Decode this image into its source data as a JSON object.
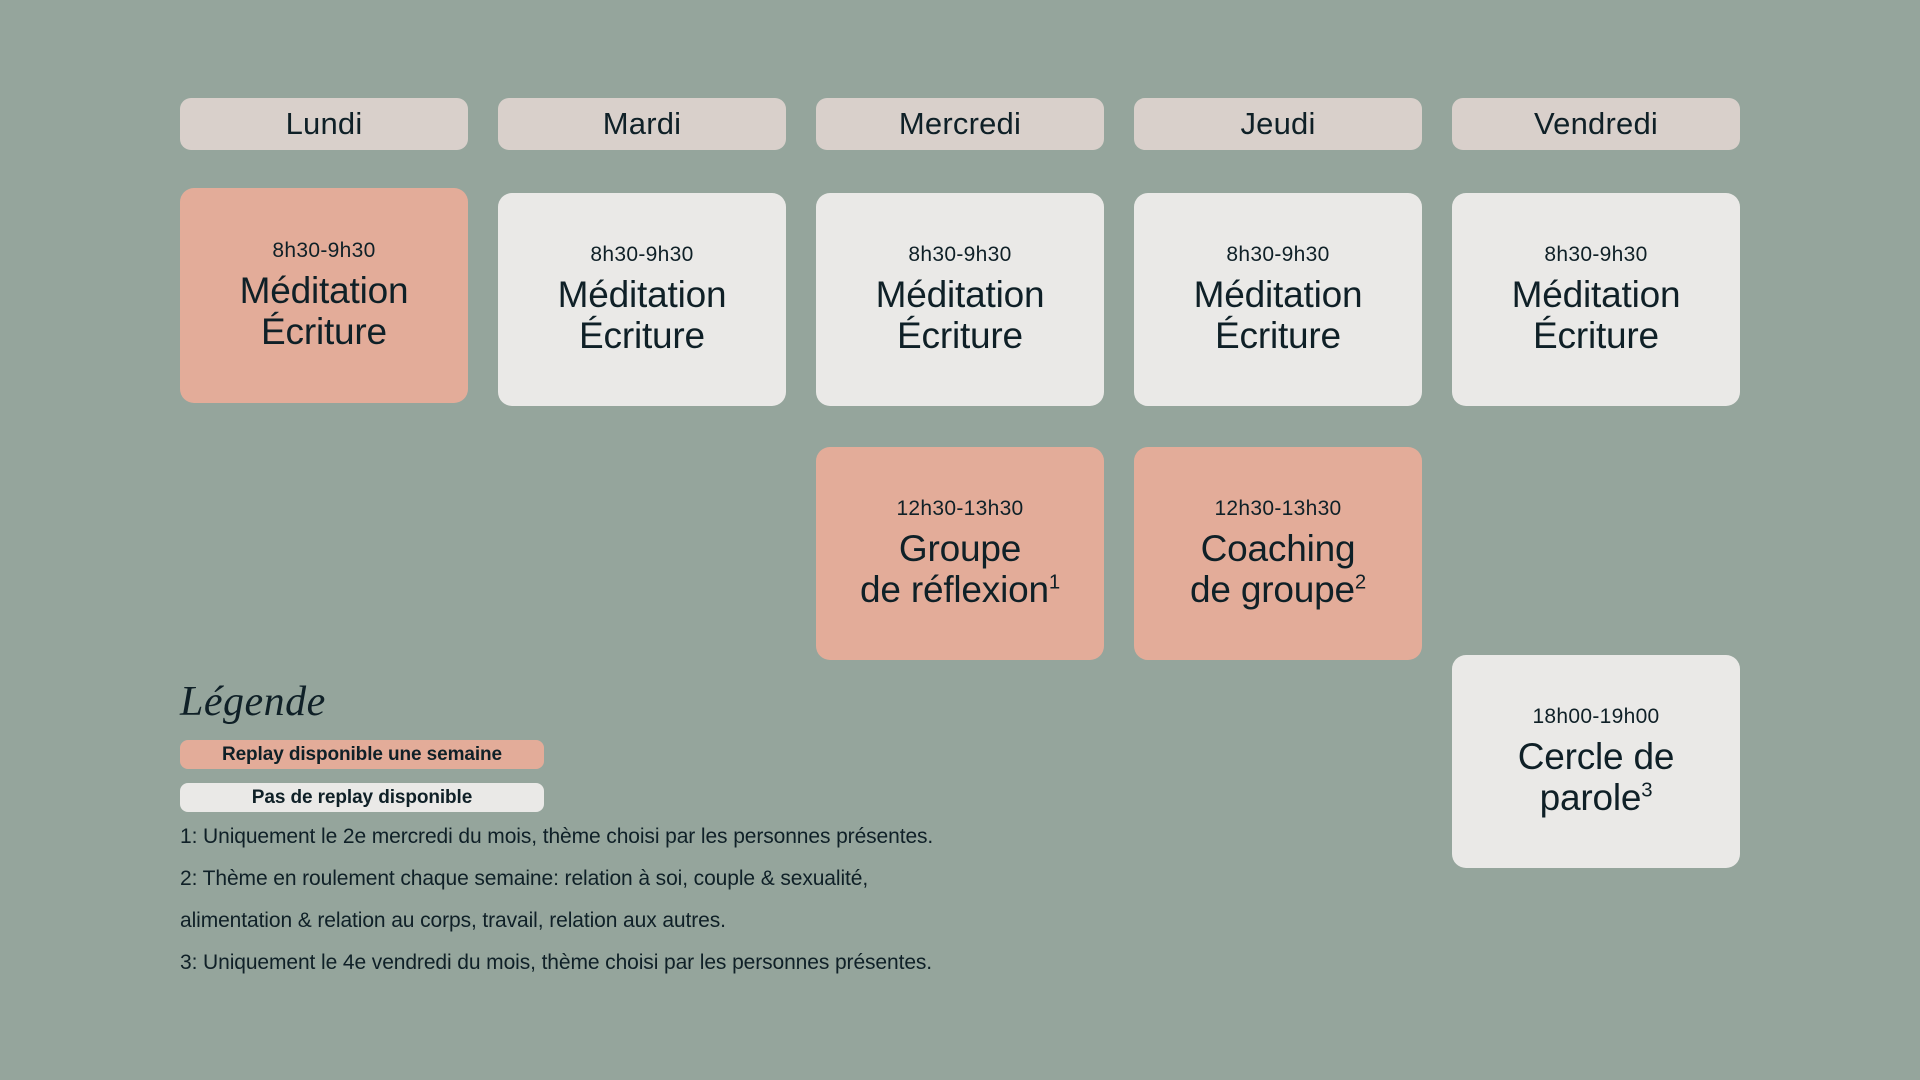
{
  "palette": {
    "background": "#95a59c",
    "day_header": "#d9d0cb",
    "replay_card": "#e3ac99",
    "no_replay_card": "#eae9e7",
    "text": "#0f2027"
  },
  "days": [
    {
      "label": "Lundi"
    },
    {
      "label": "Mardi"
    },
    {
      "label": "Mercredi"
    },
    {
      "label": "Jeudi"
    },
    {
      "label": "Vendredi"
    }
  ],
  "rows": {
    "morning": [
      {
        "time": "8h30-9h30",
        "title_line1": "Méditation",
        "title_line2": "Écriture",
        "replay": true
      },
      {
        "time": "8h30-9h30",
        "title_line1": "Méditation",
        "title_line2": "Écriture",
        "replay": false
      },
      {
        "time": "8h30-9h30",
        "title_line1": "Méditation",
        "title_line2": "Écriture",
        "replay": false
      },
      {
        "time": "8h30-9h30",
        "title_line1": "Méditation",
        "title_line2": "Écriture",
        "replay": false
      },
      {
        "time": "8h30-9h30",
        "title_line1": "Méditation",
        "title_line2": "Écriture",
        "replay": false
      }
    ],
    "midday": [
      {
        "empty": true
      },
      {
        "empty": true
      },
      {
        "time": "12h30-13h30",
        "title_line1": "Groupe",
        "title_line2": "de réflexion",
        "footnote_marker": "1",
        "replay": true
      },
      {
        "time": "12h30-13h30",
        "title_line1": "Coaching",
        "title_line2": "de groupe",
        "footnote_marker": "2",
        "replay": true
      },
      {
        "empty": true
      }
    ],
    "evening": [
      {
        "empty": true
      },
      {
        "empty": true
      },
      {
        "empty": true
      },
      {
        "empty": true
      },
      {
        "time": "18h00-19h00",
        "title_line1": "Cercle de",
        "title_line2": "parole",
        "footnote_marker": "3",
        "replay": false
      }
    ]
  },
  "legend": {
    "title": "Légende",
    "pill_replay": "Replay disponible une semaine",
    "pill_no_replay": "Pas de replay disponible",
    "footnotes": [
      "1: Uniquement le 2e mercredi du mois, thème choisi par les personnes présentes.",
      "2: Thème en roulement chaque semaine: relation à soi, couple & sexualité,",
      "alimentation & relation au corps, travail, relation aux autres.",
      "3: Uniquement le 4e vendredi du mois, thème choisi par les personnes présentes."
    ]
  }
}
